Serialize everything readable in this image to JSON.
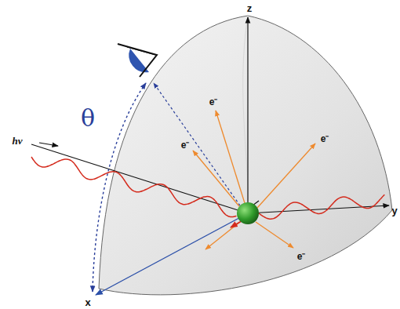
{
  "diagram": {
    "labels": [
      "z",
      "θ",
      "e⁻",
      "e⁻",
      "hν",
      "e⁻",
      "e⁻",
      "x",
      "y"
    ]
  }
}
